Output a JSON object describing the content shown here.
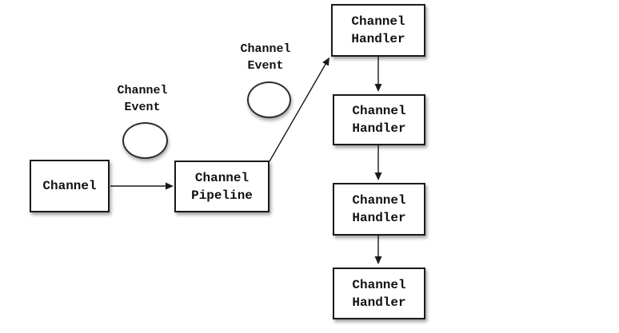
{
  "diagram": {
    "type": "flow-diagram",
    "description": "Channel event flow through a channel pipeline of channel handlers",
    "colors": {
      "line": "#1a1a1a",
      "fill": "#ffffff",
      "text": "#111111"
    },
    "nodes": {
      "channel": {
        "label": "Channel",
        "shape": "rect"
      },
      "pipeline": {
        "line1": "Channel",
        "line2": "Pipeline",
        "shape": "rect"
      },
      "handlers": [
        {
          "line1": "Channel",
          "line2": "Handler",
          "shape": "rect"
        },
        {
          "line1": "Channel",
          "line2": "Handler",
          "shape": "rect"
        },
        {
          "line1": "Channel",
          "line2": "Handler",
          "shape": "rect"
        },
        {
          "line1": "Channel",
          "line2": "Handler",
          "shape": "rect"
        }
      ],
      "events": [
        {
          "line1": "Channel",
          "line2": "Event",
          "shape": "ellipse"
        },
        {
          "line1": "Channel",
          "line2": "Event",
          "shape": "ellipse"
        }
      ]
    },
    "edges": [
      {
        "from": "channel",
        "to": "pipeline",
        "direction": "right"
      },
      {
        "from": "pipeline",
        "to": "handler-1",
        "direction": "up-right"
      },
      {
        "from": "handler-1",
        "to": "handler-2",
        "direction": "down"
      },
      {
        "from": "handler-2",
        "to": "handler-3",
        "direction": "down"
      },
      {
        "from": "handler-3",
        "to": "handler-4",
        "direction": "down"
      }
    ]
  }
}
